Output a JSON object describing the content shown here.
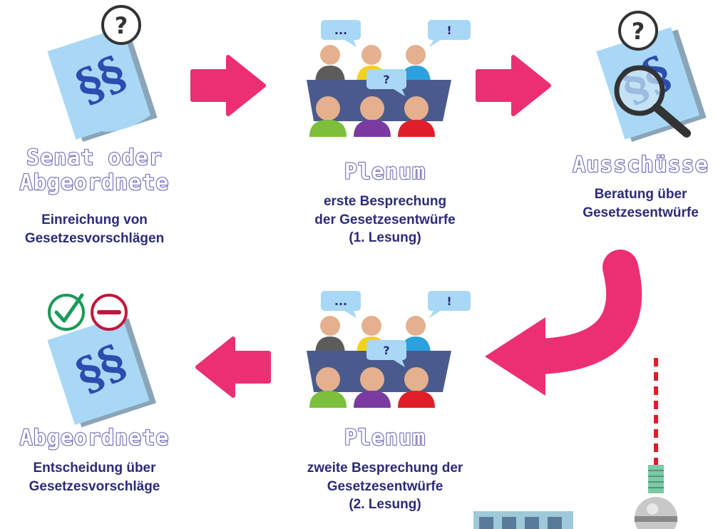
{
  "steps": [
    {
      "title_lines": [
        "Senat oder",
        "Abgeordnete"
      ],
      "desc_lines": [
        "Einreichung von",
        "Gesetzesvorschlägen"
      ]
    },
    {
      "title_lines": [
        "Plenum"
      ],
      "desc_lines": [
        "erste Besprechung",
        "der Gesetzesentwürfe",
        "(1. Lesung)"
      ]
    },
    {
      "title_lines": [
        "Ausschüsse"
      ],
      "desc_lines": [
        "Beratung über",
        "Gesetzesentwürfe"
      ]
    },
    {
      "title_lines": [
        "Plenum"
      ],
      "desc_lines": [
        "zweite Besprechung der",
        "Gesetzesentwürfe",
        "(2. Lesung)"
      ]
    },
    {
      "title_lines": [
        "Abgeordnete"
      ],
      "desc_lines": [
        "Entscheidung über",
        "Gesetzesvorschläge"
      ]
    }
  ],
  "bubbles": {
    "dots": "...",
    "exclaim": "!",
    "question": "?"
  },
  "doc_symbol": "§§",
  "question_mark": "?",
  "colors": {
    "arrow": "#ec2f73",
    "title_outline": "#4a4aa8",
    "text": "#2b2b7a",
    "paper": "#a8d8f5",
    "table": "#4a5a8c"
  }
}
